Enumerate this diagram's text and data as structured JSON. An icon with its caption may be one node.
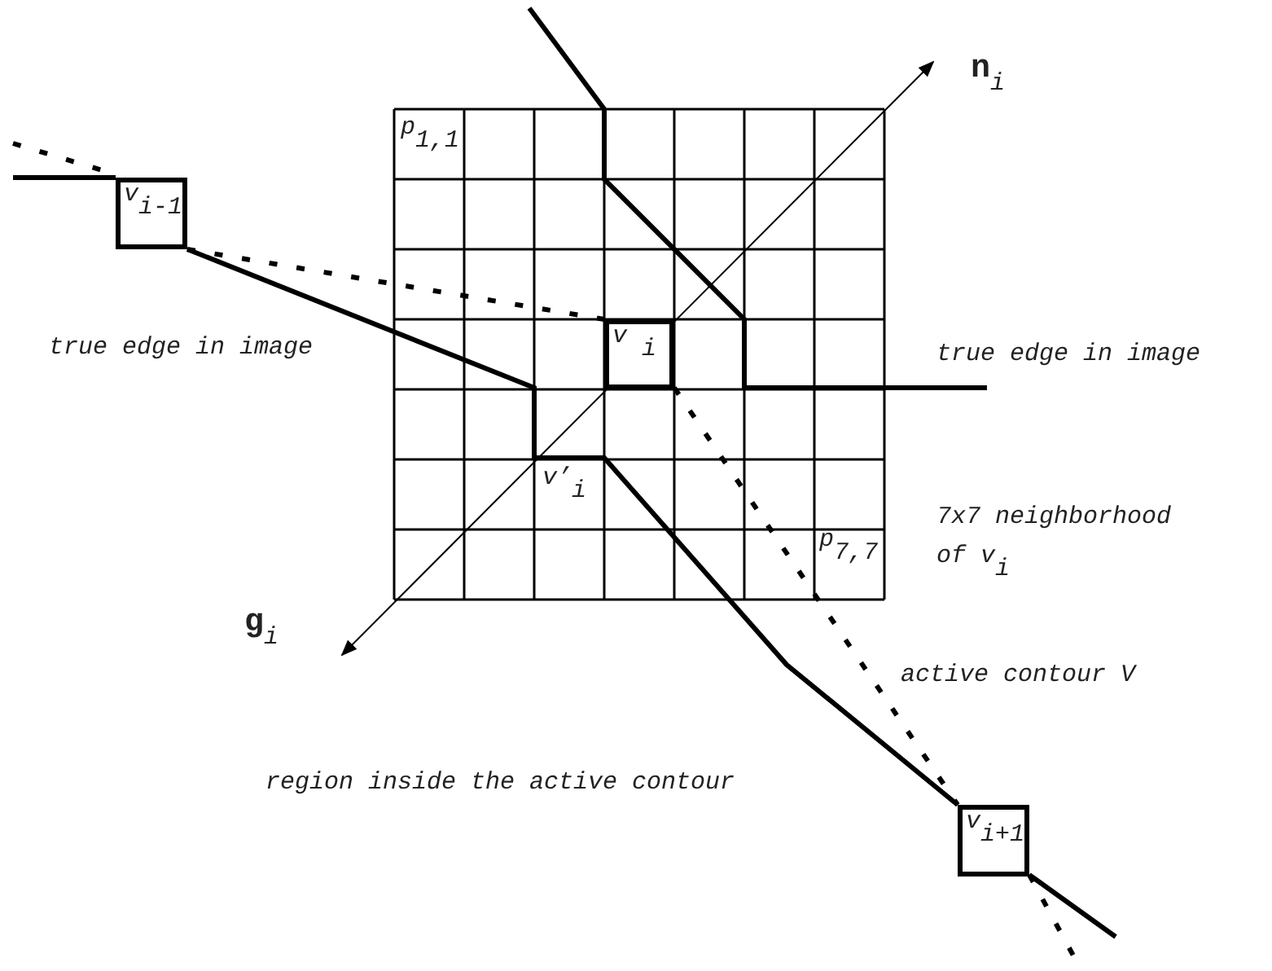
{
  "diagram": {
    "nodes": [
      {
        "text": [
          "v$_{i-1}$"
        ]
      },
      {
        "text": [
          "v $_{i}$"
        ]
      },
      {
        "text": [
          "v$_{i+1}$"
        ]
      }
    ],
    "edges": [
      {
        "from": null,
        "to": 0,
        "arrow": "none",
        "style": "dashed"
      },
      {
        "from": 0,
        "to": 1,
        "arrow": "none",
        "style": "dashed"
      },
      {
        "from": 1,
        "to": 2,
        "arrow": "none",
        "style": "dashed"
      },
      {
        "from": 2,
        "to": null,
        "arrow": "none",
        "style": "dashed"
      }
    ],
    "labels": [
      "p$_{1,1}$",
      "**n**$_{i}$",
      "true edge in image",
      "true edge in image",
      "v’$_{i}$",
      "7x7 neighborhood of v$_{i}$",
      "p$_{7,7}$",
      "**g**$_{i}$",
      "active contour V",
      "region inside the active contour"
    ]
  }
}
